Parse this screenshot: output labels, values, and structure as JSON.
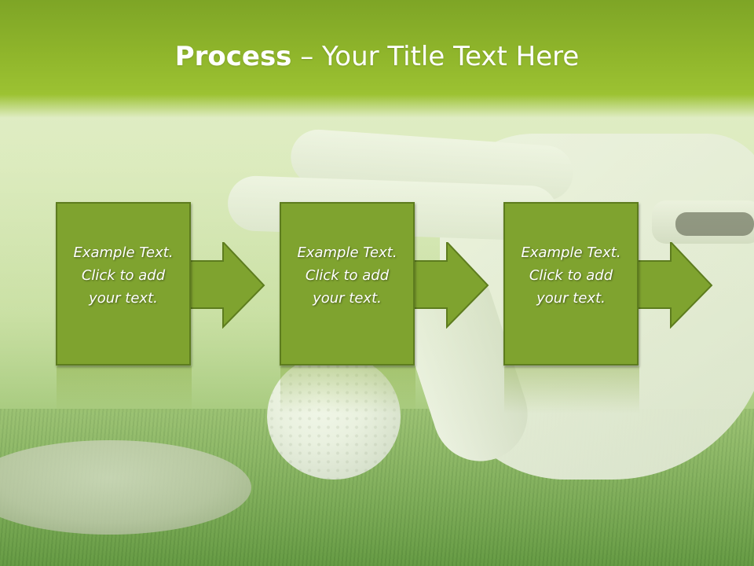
{
  "slide": {
    "title_bold": "Process",
    "title_rest": " – Your Title Text Here"
  },
  "steps": [
    {
      "lines": [
        "Example Text.",
        "Click  to add",
        "your text."
      ]
    },
    {
      "lines": [
        "Example Text.",
        "Click  to add",
        "your text."
      ]
    },
    {
      "lines": [
        "Example Text.",
        "Click  to add",
        "your text."
      ]
    }
  ],
  "colors": {
    "header": "#8fb52b",
    "box_fill": "#7fa32f",
    "box_border": "#5d7c1e",
    "text": "#ffffff"
  }
}
